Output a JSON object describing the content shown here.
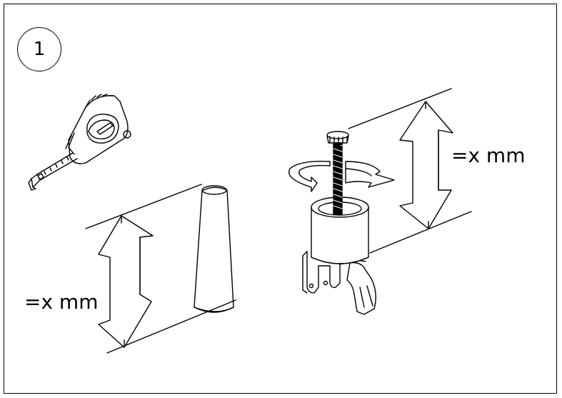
{
  "step": {
    "number": "1"
  },
  "measurements": {
    "left_label": "=x mm",
    "right_label": "=x mm"
  }
}
